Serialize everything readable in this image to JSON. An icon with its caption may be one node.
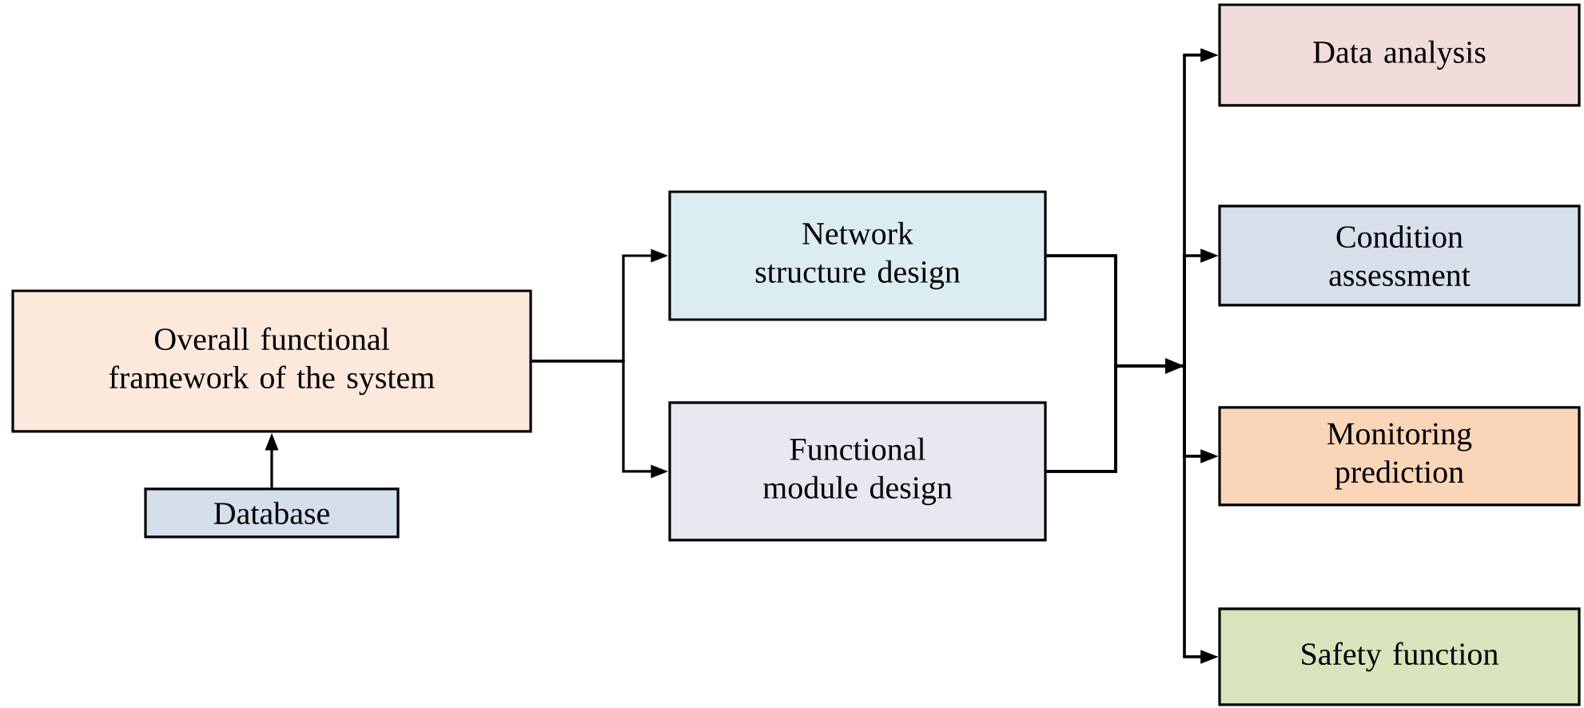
{
  "diagram": {
    "nodes": [
      {
        "text": [
          "Overall functional framework of the system"
        ]
      },
      {
        "text": [
          "Database"
        ]
      },
      {
        "text": [
          "Network structure design"
        ]
      },
      {
        "text": [
          "Functional module design"
        ]
      },
      {
        "text": [
          "Data analysis"
        ]
      },
      {
        "text": [
          "Condition assessment"
        ]
      },
      {
        "text": [
          "Monitoring prediction"
        ]
      },
      {
        "text": [
          "Safety function"
        ]
      }
    ],
    "edges": [
      {
        "from": 1,
        "to": 0,
        "arrow": "to"
      },
      {
        "from": 0,
        "to": 2,
        "arrow": "to"
      },
      {
        "from": 0,
        "to": 3,
        "arrow": "to"
      },
      {
        "from": 2,
        "to": 4,
        "arrow": "to"
      },
      {
        "from": 2,
        "to": 5,
        "arrow": "to"
      },
      {
        "from": 2,
        "to": 6,
        "arrow": "to"
      },
      {
        "from": 2,
        "to": 7,
        "arrow": "to"
      },
      {
        "from": 3,
        "to": 4,
        "arrow": "to"
      },
      {
        "from": 3,
        "to": 5,
        "arrow": "to"
      },
      {
        "from": 3,
        "to": 6,
        "arrow": "to"
      },
      {
        "from": 3,
        "to": 7,
        "arrow": "to"
      }
    ]
  }
}
